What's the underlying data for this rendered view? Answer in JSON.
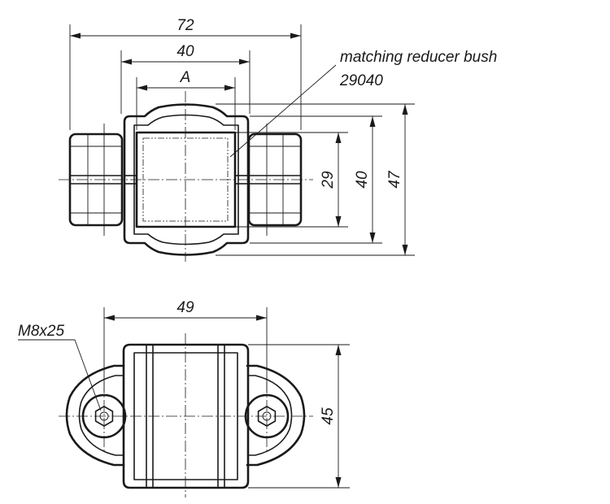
{
  "top_view": {
    "dim_72": "72",
    "dim_40_width": "40",
    "dim_A": "A",
    "dim_29": "29",
    "dim_40_height": "40",
    "dim_47": "47",
    "callout_line1": "matching reducer bush",
    "callout_line2": "29040"
  },
  "side_view": {
    "dim_49": "49",
    "dim_45": "45",
    "thread_label": "M8x25"
  }
}
